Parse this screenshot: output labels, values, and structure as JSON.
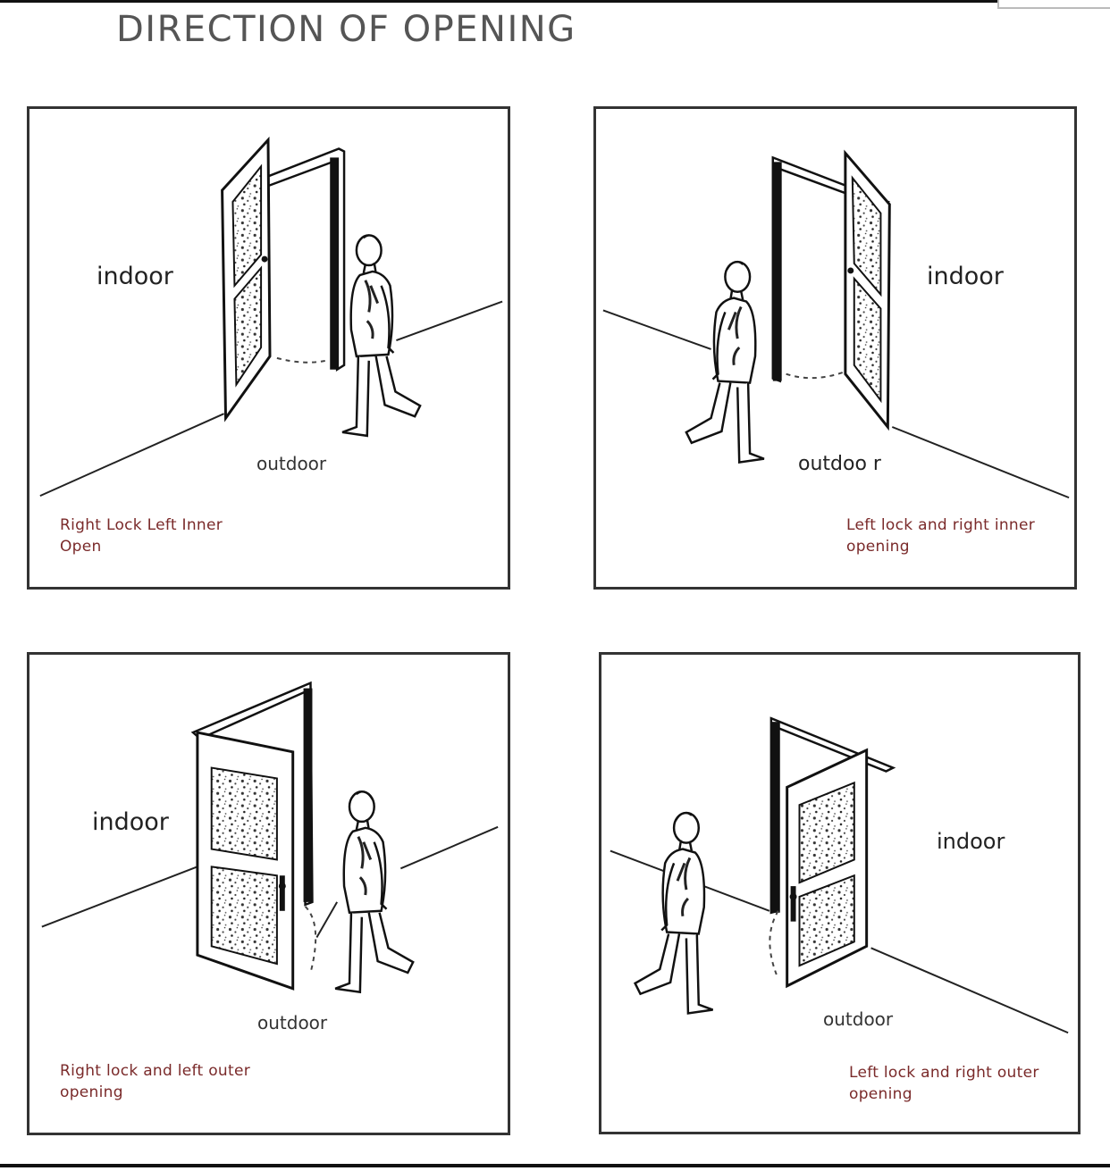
{
  "title": "DIRECTION OF OPENING",
  "panels": [
    {
      "indoor": "indoor",
      "outdoor": "outdoor",
      "caption": "Right Lock Left Inner Open"
    },
    {
      "indoor": "indoor",
      "outdoor": "outdoo r",
      "caption": "Left lock and right inner opening"
    },
    {
      "indoor": "indoor",
      "outdoor": "outdoor",
      "caption": "Right lock and left outer opening"
    },
    {
      "indoor": "indoor",
      "outdoor": "outdoor",
      "caption": "Left lock and right outer opening"
    }
  ],
  "icons": [
    "door-illustration",
    "walking-person-figure"
  ]
}
